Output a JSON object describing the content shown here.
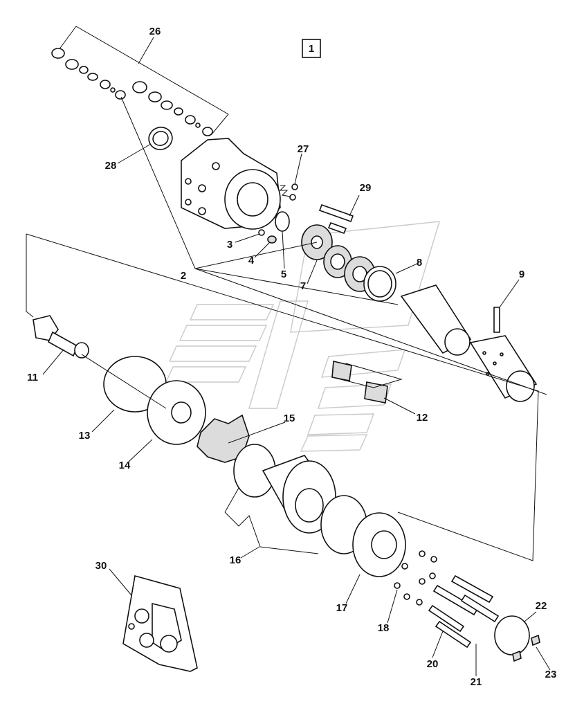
{
  "figure": {
    "group_number": "1"
  },
  "callouts": [
    {
      "id": "c26",
      "text": "26"
    },
    {
      "id": "c28",
      "text": "28"
    },
    {
      "id": "c27",
      "text": "27"
    },
    {
      "id": "c29",
      "text": "29"
    },
    {
      "id": "c3",
      "text": "3"
    },
    {
      "id": "c4",
      "text": "4"
    },
    {
      "id": "c5",
      "text": "5"
    },
    {
      "id": "c2",
      "text": "2"
    },
    {
      "id": "c7",
      "text": "7"
    },
    {
      "id": "c8",
      "text": "8"
    },
    {
      "id": "c9",
      "text": "9"
    },
    {
      "id": "c11",
      "text": "11"
    },
    {
      "id": "c13",
      "text": "13"
    },
    {
      "id": "c14",
      "text": "14"
    },
    {
      "id": "c15",
      "text": "15"
    },
    {
      "id": "c12",
      "text": "12"
    },
    {
      "id": "c16",
      "text": "16"
    },
    {
      "id": "c17",
      "text": "17"
    },
    {
      "id": "c18",
      "text": "18"
    },
    {
      "id": "c30",
      "text": "30"
    },
    {
      "id": "c20",
      "text": "20"
    },
    {
      "id": "c21",
      "text": "21"
    },
    {
      "id": "c22",
      "text": "22"
    },
    {
      "id": "c23",
      "text": "23"
    }
  ]
}
